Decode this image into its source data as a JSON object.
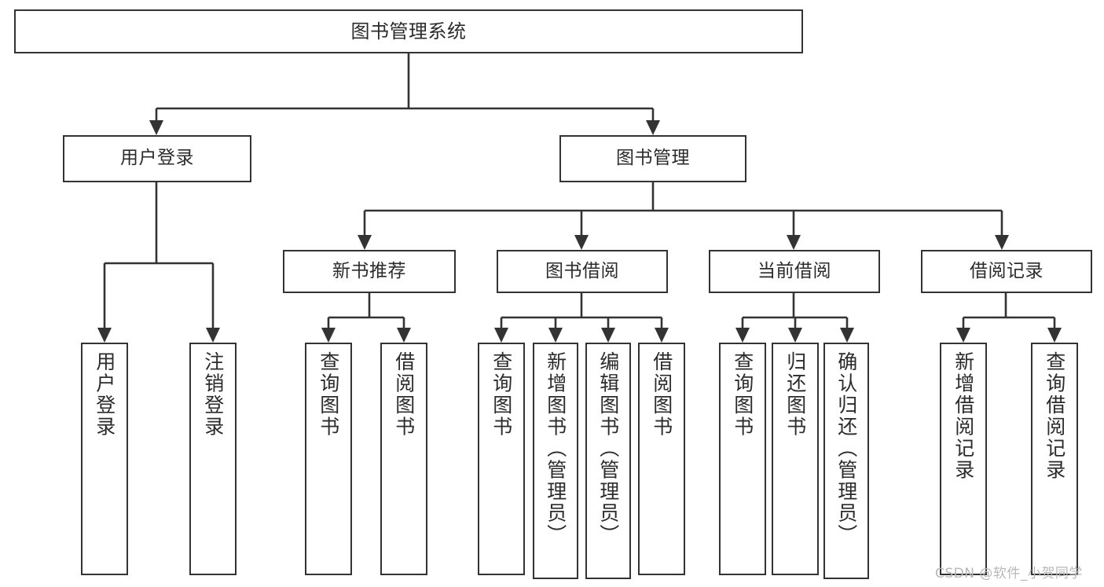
{
  "diagram": {
    "title": "图书管理系统",
    "type": "hierarchy-tree",
    "orientation": "top-down",
    "colors": {
      "stroke": "#333333",
      "box_fill": "#ffffff",
      "text": "#2b2b2b",
      "watermark": "#b8b8b8",
      "background": "#ffffff"
    },
    "root": {
      "label": "图书管理系统"
    },
    "level2": [
      {
        "label": "用户登录"
      },
      {
        "label": "图书管理"
      }
    ],
    "level3": [
      {
        "label": "新书推荐"
      },
      {
        "label": "图书借阅"
      },
      {
        "label": "当前借阅"
      },
      {
        "label": "借阅记录"
      }
    ],
    "leaves": {
      "user_login": [
        {
          "label": "用户登录"
        },
        {
          "label": "注销登录"
        }
      ],
      "new_book_recommend": [
        {
          "label": "查询图书"
        },
        {
          "label": "借阅图书"
        }
      ],
      "book_borrow": [
        {
          "label": "查询图书"
        },
        {
          "label": "新增图书（管理员）"
        },
        {
          "label": "编辑图书（管理员）"
        },
        {
          "label": "借阅图书"
        }
      ],
      "current_borrow": [
        {
          "label": "查询图书"
        },
        {
          "label": "归还图书"
        },
        {
          "label": "确认归还（管理员）"
        }
      ],
      "borrow_record": [
        {
          "label": "新增借阅记录"
        },
        {
          "label": "查询借阅记录"
        }
      ]
    }
  },
  "watermark": {
    "text": "CSDN @软件_小贺同学"
  }
}
